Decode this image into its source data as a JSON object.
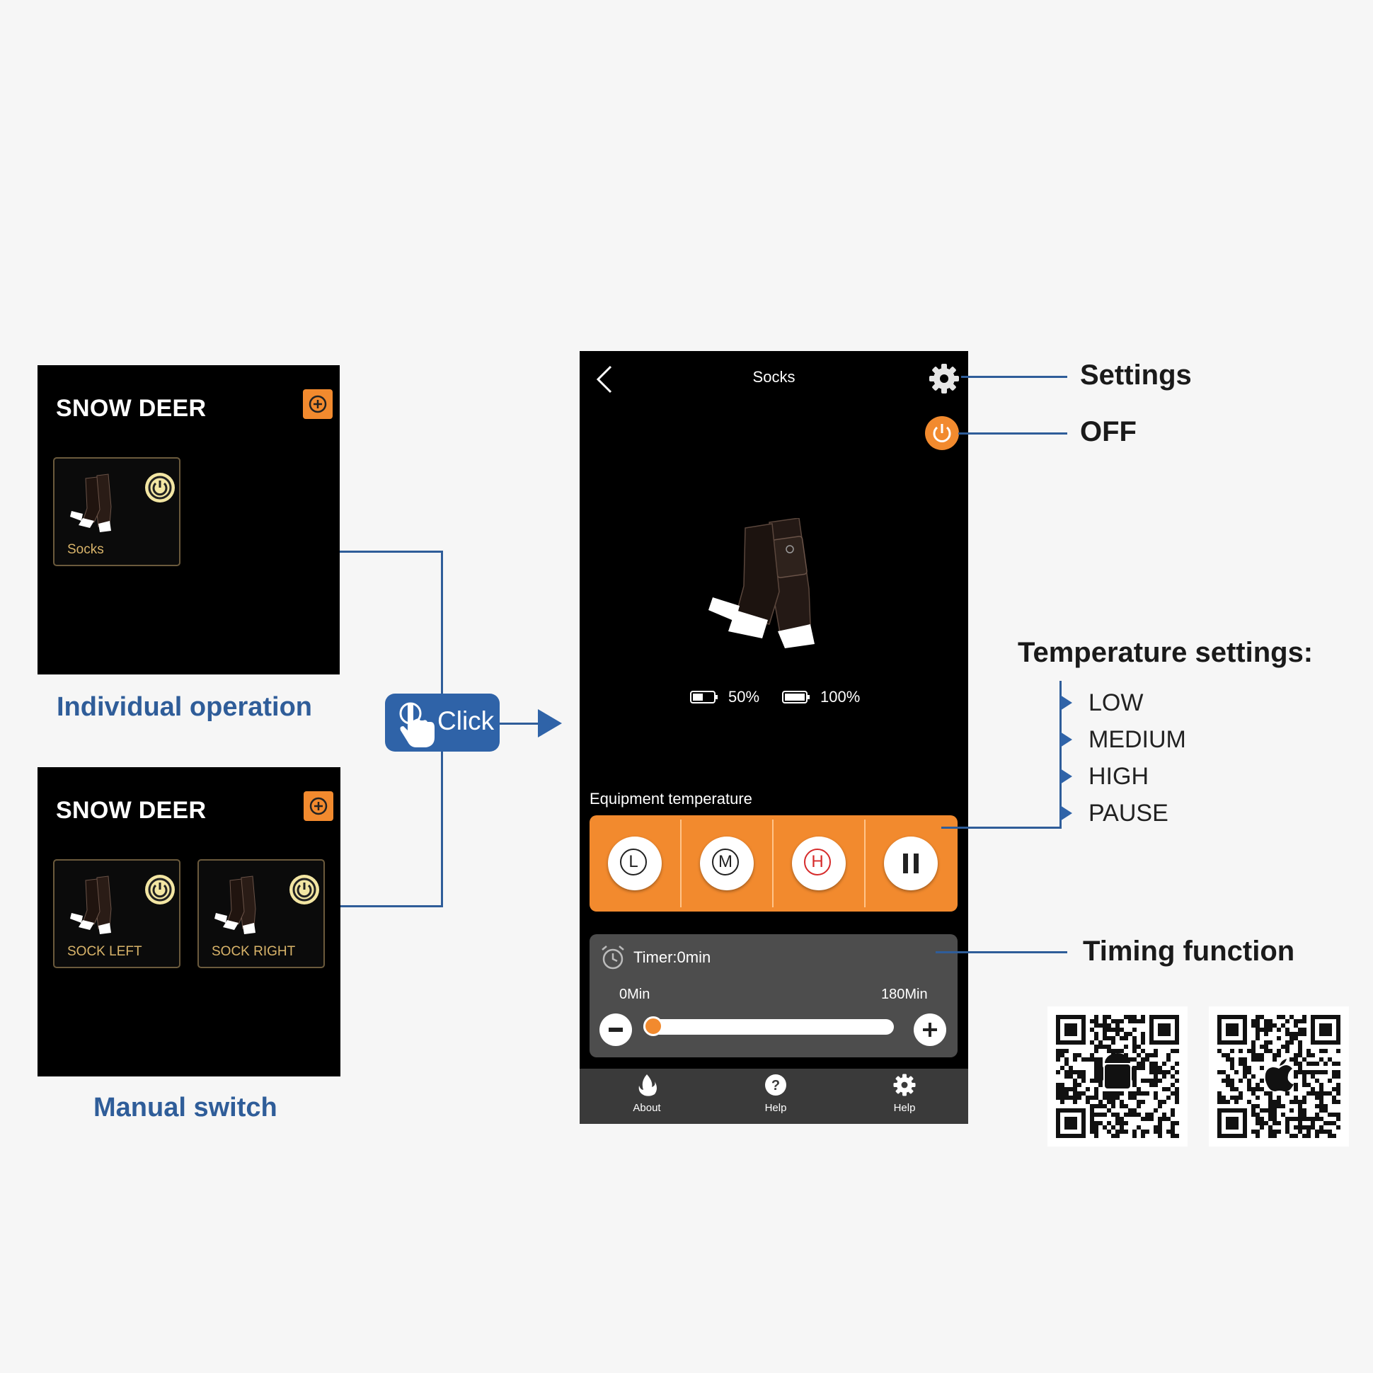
{
  "left_panels": {
    "individual": {
      "brand": "SNOW DEER",
      "cards": [
        {
          "label": "Socks"
        }
      ],
      "caption": "Individual operation"
    },
    "manual": {
      "brand": "SNOW DEER",
      "cards": [
        {
          "label": "SOCK LEFT"
        },
        {
          "label": "SOCK RIGHT"
        }
      ],
      "caption": "Manual switch"
    }
  },
  "click_badge": {
    "label": "Click"
  },
  "phone": {
    "title": "Socks",
    "battery_left": "50%",
    "battery_right": "100%",
    "battery_left_level": 0.5,
    "battery_right_level": 1.0,
    "equipment_label": "Equipment temperature",
    "temp_buttons": [
      {
        "letter": "L",
        "color": "#222222"
      },
      {
        "letter": "M",
        "color": "#222222"
      },
      {
        "letter": "H",
        "color": "#d62b2b"
      },
      {
        "letter": "pause",
        "color": "#222222"
      }
    ],
    "timer": {
      "title": "Timer:0min",
      "min_label": "0Min",
      "max_label": "180Min",
      "value_fraction": 0.0
    },
    "tabs": [
      {
        "label": "About",
        "icon": "flame-icon"
      },
      {
        "label": "Help",
        "icon": "question-icon"
      },
      {
        "label": "Help",
        "icon": "gear-icon"
      }
    ]
  },
  "annotations": {
    "settings": "Settings",
    "off": "OFF",
    "temperature_title": "Temperature settings:",
    "temperature_levels": [
      "LOW",
      "MEDIUM",
      "HIGH",
      "PAUSE"
    ],
    "timing": "Timing function"
  },
  "colors": {
    "accent": "#f28a2e",
    "annotation_blue": "#2f5d99",
    "background": "#f6f6f6"
  }
}
